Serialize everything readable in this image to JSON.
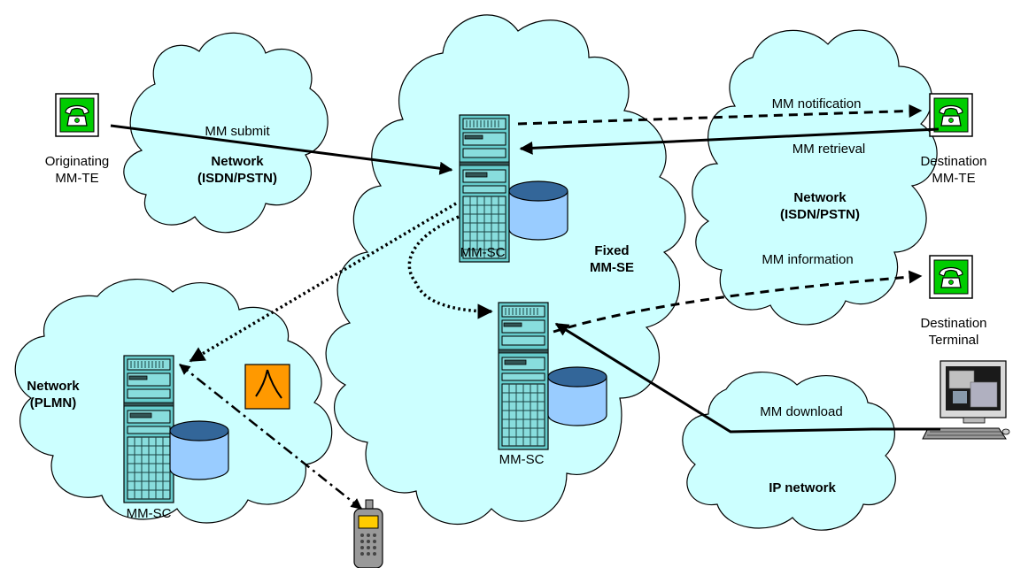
{
  "clouds": {
    "left_network": {
      "line1": "Network",
      "line2": "(ISDN/PSTN)"
    },
    "fixed": {
      "line1": "Fixed",
      "line2": "MM-SE"
    },
    "right_network": {
      "line1": "Network",
      "line2": "(ISDN/PSTN)"
    },
    "plmn": {
      "line1": "Network",
      "line2": "(PLMN)"
    },
    "ip": {
      "line1": "IP network"
    }
  },
  "nodes": {
    "originating": {
      "line1": "Originating",
      "line2": "MM-TE"
    },
    "destination_mmte": {
      "line1": "Destination",
      "line2": "MM-TE"
    },
    "destination_terminal": {
      "line1": "Destination",
      "line2": "Terminal"
    },
    "mmsc_top": "MM-SC",
    "mmsc_middle": "MM-SC",
    "mmsc_plmn": "MM-SC"
  },
  "flows": {
    "submit": "MM submit",
    "notification": "MM notification",
    "retrieval": "MM retrieval",
    "information": "MM information",
    "download": "MM download"
  },
  "colors": {
    "cloud_fill": "#ccffff",
    "phone_green": "#00cc00",
    "server_teal": "#66cccc",
    "storage_blue": "#99ccff",
    "radio_orange": "#ff9900"
  }
}
